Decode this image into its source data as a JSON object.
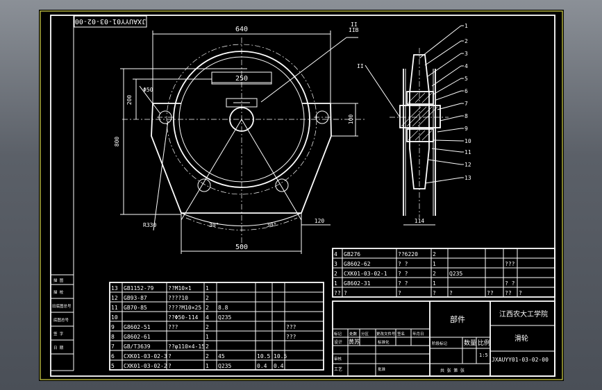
{
  "drawing_code": "JXAUYY01-03-02-00",
  "dims": {
    "d640": "640",
    "d250": "250",
    "d200": "200",
    "d800": "800",
    "d500": "500",
    "d120": "120",
    "d100": "100",
    "d114": "114",
    "d50": "Φ50",
    "d30a": "30°",
    "d30b": "30°",
    "r330": "R330",
    "sec_a": "II",
    "sec_b": "II",
    "sec_c": "IIB"
  },
  "balloons": [
    "1",
    "2",
    "3",
    "4",
    "5",
    "6",
    "7",
    "8",
    "9",
    "10",
    "11",
    "12",
    "13"
  ],
  "bom_top": [
    {
      "no": "4",
      "code": "GB276",
      "name": "??6220",
      "qty": "2",
      "mat": "",
      "w1": "",
      "w2": "",
      "note": ""
    },
    {
      "no": "3",
      "code": "G8602-62",
      "name": "? ?",
      "qty": "1",
      "mat": "",
      "w1": "",
      "w2": "???",
      "note": ""
    },
    {
      "no": "2",
      "code": "CXK01-03-02-1",
      "name": "? ?",
      "qty": "2",
      "mat": "Q235",
      "w1": "",
      "w2": "",
      "note": ""
    },
    {
      "no": "1",
      "code": "G8602-31",
      "name": "? ?",
      "qty": "1",
      "mat": "",
      "w1": "",
      "w2": "? ?",
      "note": ""
    },
    {
      "no": "??",
      "code": "?",
      "name": "?",
      "qty": "?",
      "mat": "?",
      "w1": "??",
      "w2": "??",
      "note": "?"
    }
  ],
  "bom_left": [
    {
      "no": "13",
      "code": "GB1152-79",
      "name": "??M10×1",
      "qty": "1",
      "mat": "",
      "w1": "",
      "w2": "",
      "note": ""
    },
    {
      "no": "12",
      "code": "GB93-87",
      "name": "????10",
      "qty": "2",
      "mat": "",
      "w1": "",
      "w2": "",
      "note": ""
    },
    {
      "no": "11",
      "code": "GB70-85",
      "name": "????M10×25",
      "qty": "2",
      "mat": "8.8",
      "w1": "",
      "w2": "",
      "note": ""
    },
    {
      "no": "10",
      "code": "",
      "name": "??Φ50-114",
      "qty": "4",
      "mat": "Q235",
      "w1": "",
      "w2": "",
      "note": ""
    },
    {
      "no": "9",
      "code": "G8602-51",
      "name": "???",
      "qty": "2",
      "mat": "",
      "w1": "",
      "w2": "",
      "note": "???"
    },
    {
      "no": "8",
      "code": "G8602-61",
      "name": "",
      "qty": "1",
      "mat": "",
      "w1": "",
      "w2": "",
      "note": "???"
    },
    {
      "no": "7",
      "code": "GB/T3639",
      "name": "??φ110×4-15",
      "qty": "2",
      "mat": "",
      "w1": "",
      "w2": "",
      "note": ""
    },
    {
      "no": "6",
      "code": "CXK01-03-02-3",
      "name": "?",
      "qty": "2",
      "mat": "45",
      "w1": "10.5",
      "w2": "10.5",
      "note": ""
    },
    {
      "no": "5",
      "code": "CXK01-03-02-2",
      "name": "?",
      "qty": "1",
      "mat": "Q235",
      "w1": "0.4",
      "w2": "0.4",
      "note": ""
    }
  ],
  "side_labels": [
    "描 图",
    "描 校",
    "旧底图总号",
    "底图总号",
    "签 字",
    "日 期"
  ],
  "title_block": {
    "part": "部件",
    "school": "江西农大工学院",
    "name": "滑轮",
    "scale": "1:5",
    "code": "JXAUYY01-03-02-00",
    "marks": [
      "标记",
      "处数",
      "分区",
      "更改文件号",
      "签名",
      "年月日"
    ],
    "design": "设计",
    "design_name": "黄苏",
    "std": "标准化",
    "review": "审核",
    "craft": "工艺",
    "approve": "批准",
    "stage": "阶段标记",
    "qty": "数量",
    "ratio": "比例",
    "sheets": "共  张  第  张"
  }
}
